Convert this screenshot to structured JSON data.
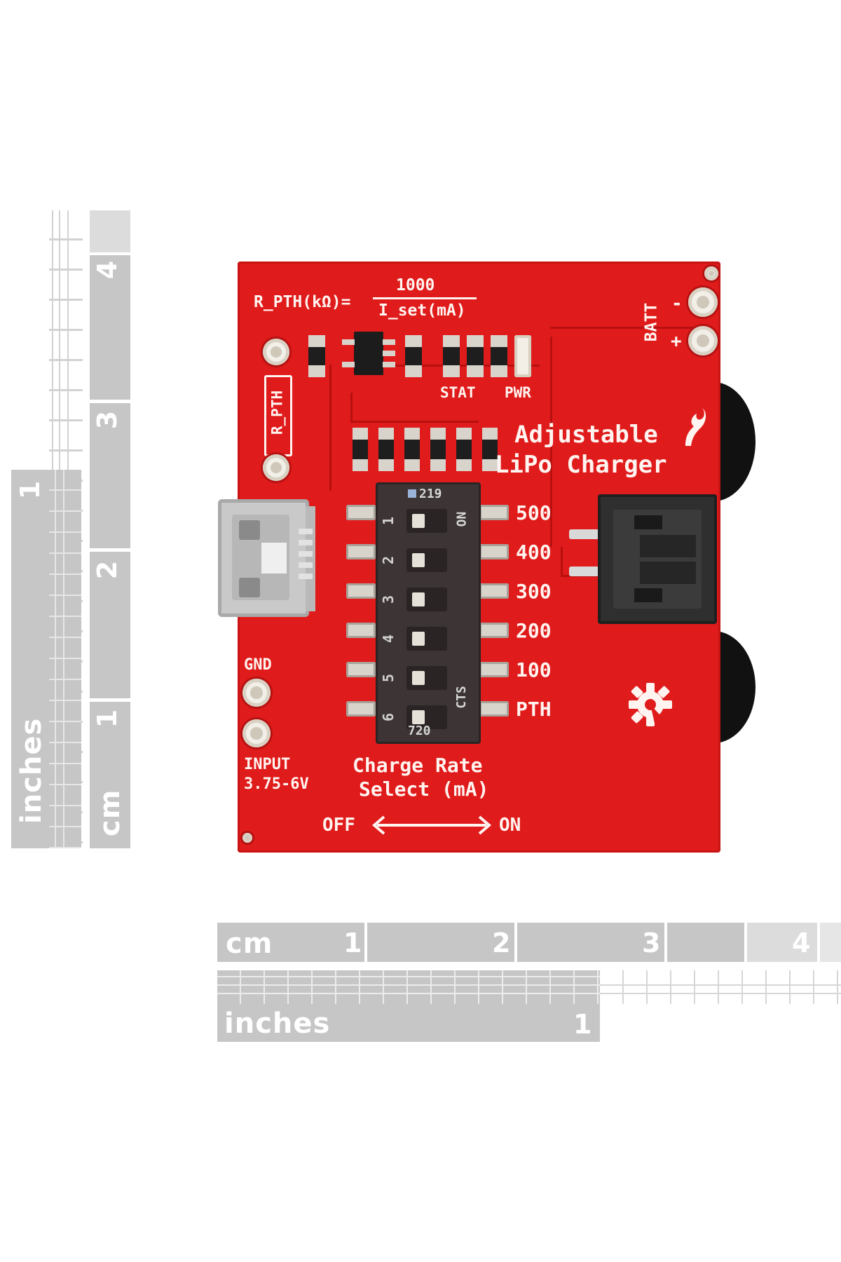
{
  "image": {
    "subject": "",
    "ruler_left": {
      "inches_label": "inches",
      "inch_numbers": [
        "1"
      ],
      "cm_label": "cm",
      "cm_numbers": [
        "1",
        "2",
        "3",
        "4"
      ]
    },
    "ruler_bottom": {
      "cm_label": "cm",
      "cm_numbers": [
        "1",
        "2",
        "3",
        "4"
      ],
      "inches_label": "inches",
      "inch_numbers": [
        "1"
      ]
    },
    "board": {
      "formula_left": "R_PTH(kΩ)=",
      "formula_numerator": "1000",
      "formula_denominator": "I_set(mA)",
      "r_pth_label": "R_PTH",
      "batt_label": "BATT",
      "batt_minus": "-",
      "batt_plus": "+",
      "stat_label": "STAT",
      "pwr_label": "PWR",
      "title_line1": "Adjustable",
      "title_line2": "LiPo Charger",
      "gnd_label": "GND",
      "input_label": "INPUT",
      "input_voltage": "3.75-6V",
      "charge_rate_line1": "Charge Rate",
      "charge_rate_line2": "Select (mA)",
      "off_label": "OFF",
      "on_label": "ON",
      "rate_labels": [
        "500",
        "400",
        "300",
        "200",
        "100",
        "PTH"
      ],
      "dip": {
        "top_code": "219",
        "bottom_code": "720",
        "on_text": "ON",
        "brand_text": "CTS",
        "positions": [
          "1",
          "2",
          "3",
          "4",
          "5",
          "6"
        ]
      }
    }
  },
  "colors": {
    "pcb": "#e01b1b",
    "silkscreen": "#fff4f0",
    "ruler": "#c6c6c6"
  }
}
